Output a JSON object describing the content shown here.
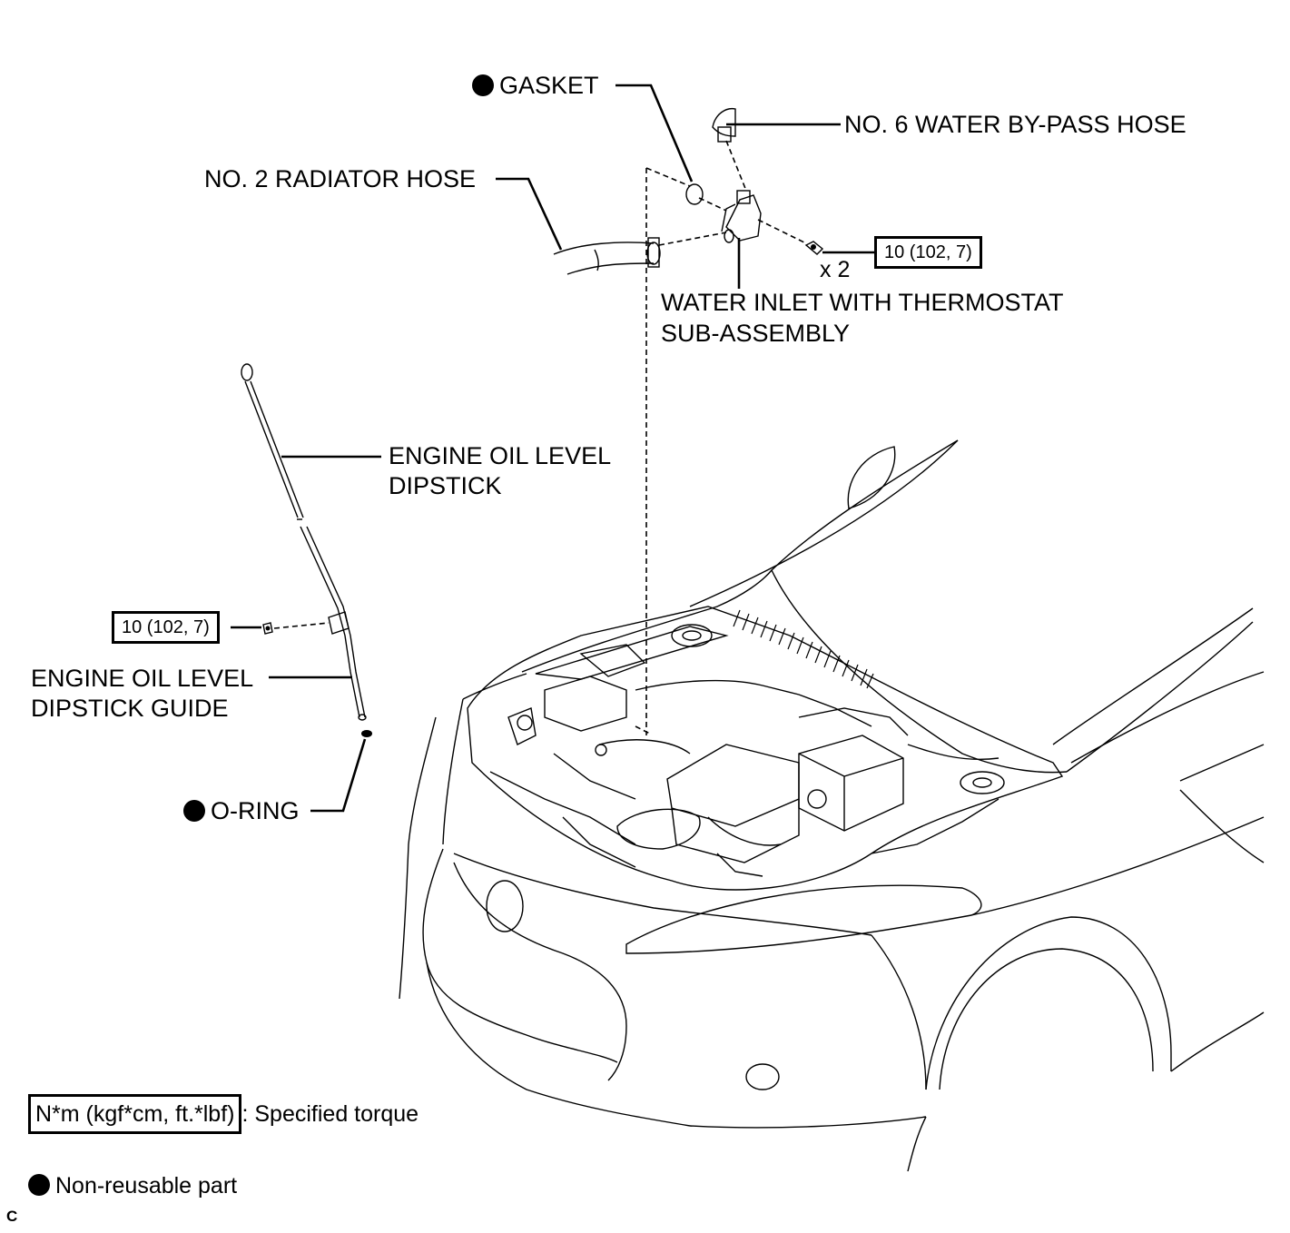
{
  "labels": {
    "gasket": "GASKET",
    "water_bypass_hose": "NO. 6 WATER BY-PASS HOSE",
    "radiator_hose": "NO. 2 RADIATOR HOSE",
    "bolt_count": "x 2",
    "water_inlet_line1": "WATER INLET WITH THERMOSTAT",
    "water_inlet_line2": "SUB-ASSEMBLY",
    "dipstick_line1": "ENGINE OIL LEVEL",
    "dipstick_line2": "DIPSTICK",
    "dipstick_guide_line1": "ENGINE OIL LEVEL",
    "dipstick_guide_line2": "DIPSTICK GUIDE",
    "o_ring": "O-RING"
  },
  "torque_specs": {
    "water_inlet_bolt": "10 (102, 7)",
    "dipstick_guide_bolt": "10 (102, 7)"
  },
  "legend": {
    "torque_unit": "N*m (kgf*cm, ft.*lbf)",
    "torque_text": ": Specified torque",
    "non_reusable_text": "Non-reusable part"
  },
  "corner_code": "C",
  "icons": {
    "non_reusable_marker": "filled-circle-icon"
  }
}
